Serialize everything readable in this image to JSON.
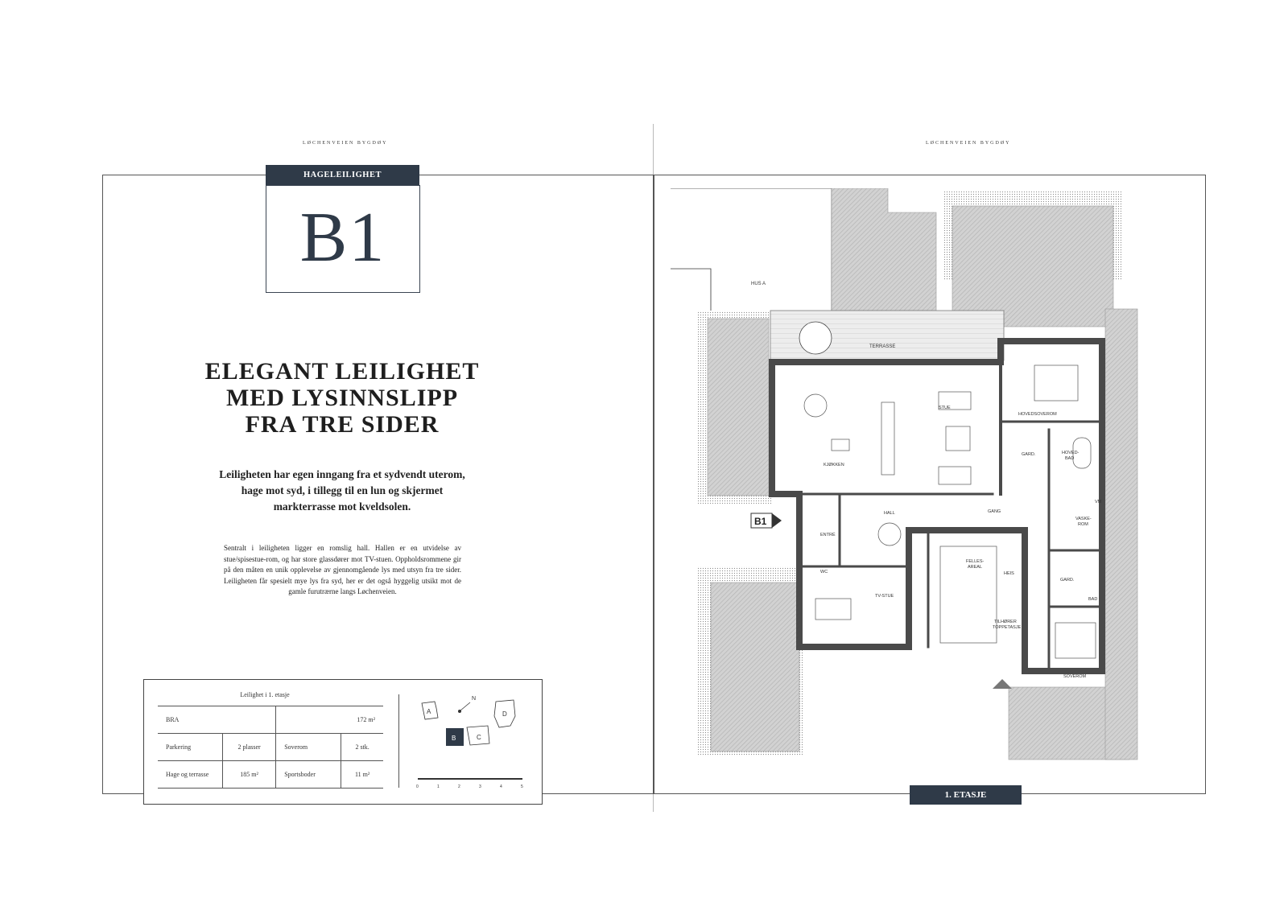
{
  "running_title_left": "LØCHENVEIEN BYGDØY",
  "running_title_right": "LØCHENVEIEN BYGDØY",
  "unit": {
    "type_label": "HAGELEILIGHET",
    "code": "B1"
  },
  "headline": {
    "line1": "ELEGANT LEILIGHET",
    "line2": "MED LYSINNSLIPP",
    "line3": "FRA TRE SIDER"
  },
  "intro": "Leiligheten har egen inngang fra et sydvendt uterom, hage mot syd, i tillegg til en lun og skjermet markterrasse mot kveldsolen.",
  "body": "Sentralt i leiligheten ligger en romslig hall. Hallen er en utvidelse av stue/spisestue-rom, og har store glassdører mot TV-stuen. Oppholdsrommene gir på den måten en unik opplevelse av gjennomgående lys med utsyn fra tre sider. Leiligheten får spesielt mye lys fra syd, her er det også hyggelig utsikt mot de gamle furutrærne langs Løchenveien.",
  "info": {
    "title": "Leilighet i 1. etasje",
    "bra_label": "BRA",
    "bra_value": "172 m²",
    "parkering_label": "Parkering",
    "parkering_value": "2 plasser",
    "soverom_label": "Soverom",
    "soverom_value": "2 stk.",
    "hage_label": "Hage og terrasse",
    "hage_value": "185 m²",
    "sportsboder_label": "Sportsboder",
    "sportsboder_value": "11 m²"
  },
  "keymap": {
    "a": "A",
    "b": "B",
    "c": "C",
    "d": "D",
    "north": "N",
    "scale": [
      "0",
      "1",
      "2",
      "3",
      "4",
      "5"
    ]
  },
  "plan": {
    "hus_a": "HUS A",
    "terrasse": "TERRASSE",
    "stue": "STUE",
    "kjokken": "KJØKKEN",
    "hovedsoverom": "HOVEDSOVEROM",
    "gard1": "GARD.",
    "hovedbad_1": "HOVED-",
    "hovedbad_2": "BAD",
    "vm": "VM",
    "hall": "HALL",
    "gang": "GANG",
    "vaskerom_1": "VASKE-",
    "vaskerom_2": "ROM",
    "entre": "ENTRÉ",
    "wc": "WC",
    "fellesareal_1": "FELLES-",
    "fellesareal_2": "AREAL",
    "heis": "HEIS",
    "gard2": "GARD.",
    "bad": "BAD",
    "tv_stue": "TV-STUE",
    "tilhorer_1": "TILHØRER",
    "tilhorer_2": "TOPPETASJE",
    "soverom": "SOVEROM",
    "entrance_tag": "B1"
  },
  "floor_label": "1. ETASJE",
  "colors": {
    "navy": "#2f3a48",
    "wall": "#4a4a4a",
    "garden": "#c8c8c8"
  }
}
